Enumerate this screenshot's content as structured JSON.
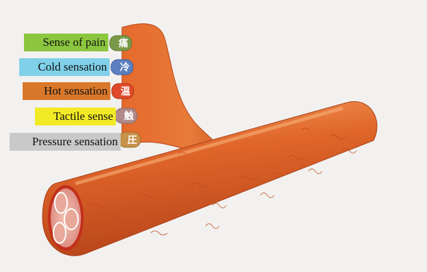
{
  "labels": {
    "pain": "Sense of pain",
    "cold": "Cold sensation",
    "hot": "Hot sensation",
    "tactile": "Tactile sense",
    "pressure": "Pressure sensation"
  },
  "glyphs": {
    "pain": "痛",
    "cold": "冷",
    "hot": "温",
    "tactile": "触",
    "pressure": "圧"
  },
  "colors": {
    "nerve": "#e0662a",
    "nerve_dark": "#b8451a",
    "nerve_light": "#f08a4a",
    "pain_cap": "#7a9a4a",
    "cold_cap": "#5b7fc0",
    "hot_cap": "#e04a2a",
    "tactile_cap": "#b08a8a",
    "pressure_cap": "#c8924a"
  }
}
